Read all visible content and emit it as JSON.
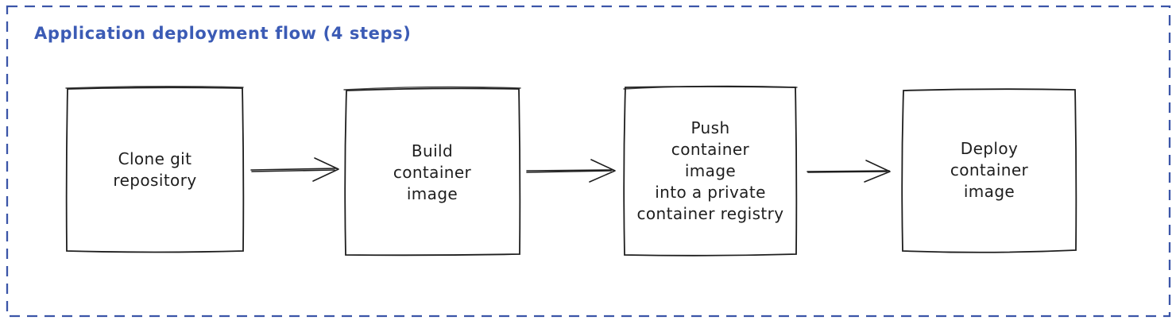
{
  "title": {
    "text": "Application deployment flow (4 steps)",
    "color": "#3b5bb5"
  },
  "frame": {
    "style": "dashed",
    "color": "#3b55a8"
  },
  "colors": {
    "background": "#ffffff",
    "box_stroke": "#1e1e1e",
    "text": "#1e1e1e",
    "arrow": "#1e1e1e"
  },
  "steps": [
    {
      "label": "Clone git\nrepository"
    },
    {
      "label": "Build\ncontainer\nimage"
    },
    {
      "label": "Push\ncontainer\nimage\ninto a private\ncontainer registry"
    },
    {
      "label": "Deploy\ncontainer\nimage"
    }
  ],
  "connections": [
    {
      "from": "Clone git repository",
      "to": "Build container image",
      "type": "arrow"
    },
    {
      "from": "Build container image",
      "to": "Push container image into a private container registry",
      "type": "arrow"
    },
    {
      "from": "Push container image into a private container registry",
      "to": "Deploy container image",
      "type": "arrow"
    }
  ]
}
